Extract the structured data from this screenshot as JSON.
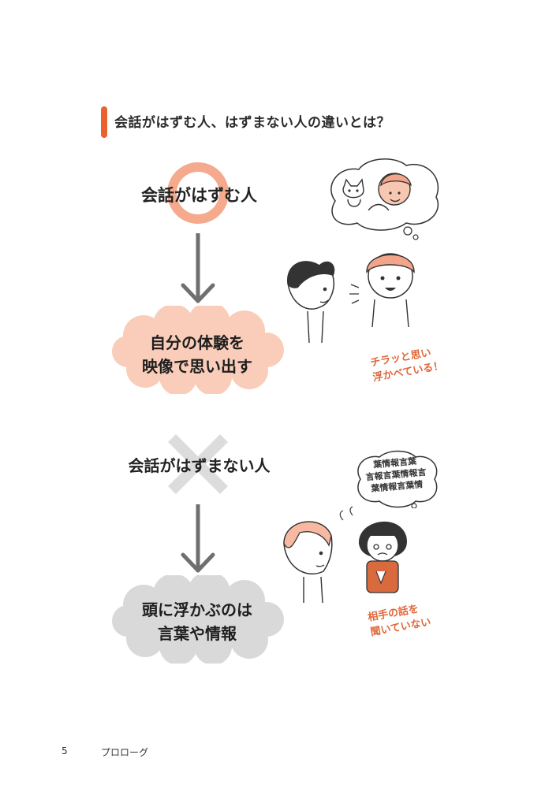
{
  "header": {
    "accent_color": "#e8612f",
    "title": "会話がはずむ人、はずまない人の違いとは？"
  },
  "good": {
    "label": "会話がはずむ人",
    "symbol": "circle-mark",
    "cloud_lines": [
      "自分の体験を",
      "映像で思い出す"
    ],
    "cloud_color": "#f9cdb9",
    "note_lines": [
      "チラッと思い",
      "浮かべている！"
    ]
  },
  "bad": {
    "label": "会話がはずまない人",
    "symbol": "cross-mark",
    "cloud_lines": [
      "頭に浮かぶのは",
      "言葉や情報"
    ],
    "cloud_color": "#d9d9d9",
    "note_lines": [
      "相手の話を",
      "聞いていない"
    ],
    "thought_lines": [
      "葉情報言葉",
      "言報言葉情報言",
      "葉情報言葉情"
    ]
  },
  "footer": {
    "page_number": "5",
    "section": "プロローグ"
  }
}
